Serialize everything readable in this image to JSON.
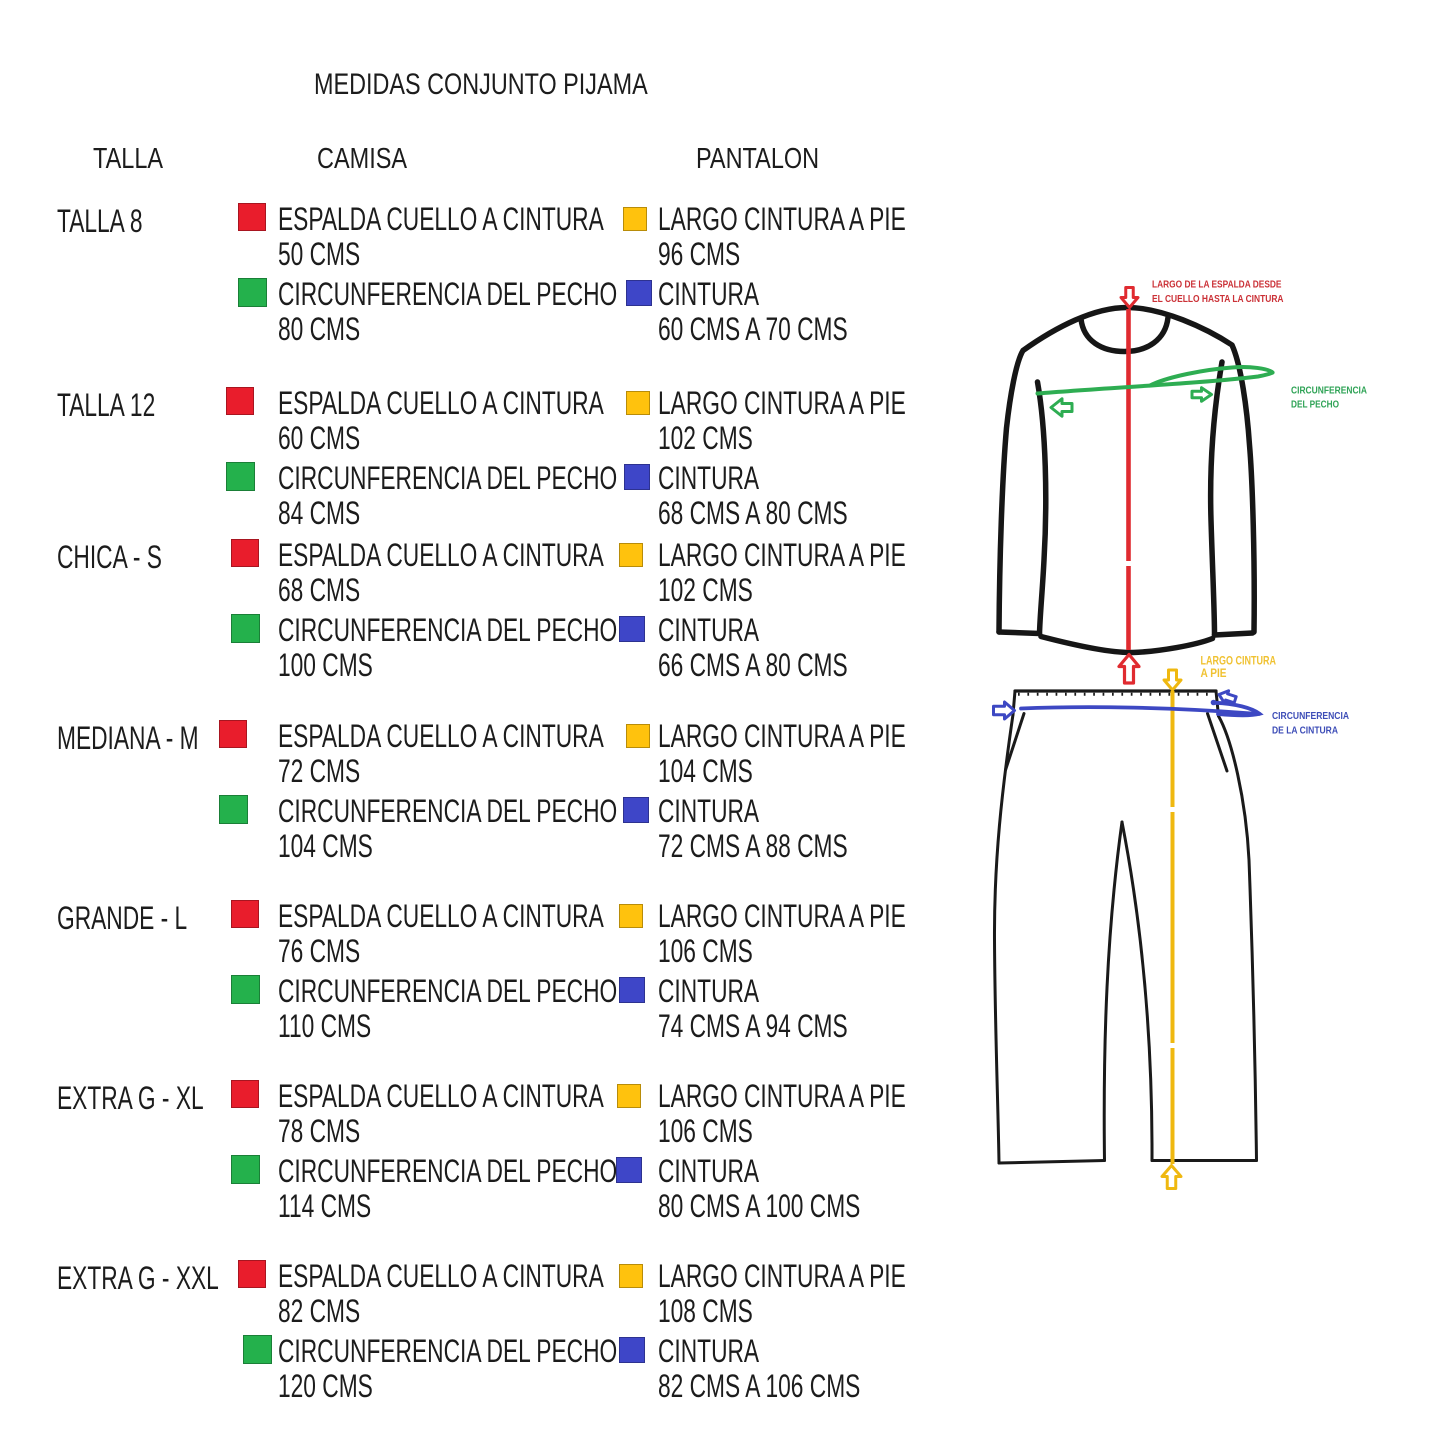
{
  "title": "MEDIDAS CONJUNTO PIJAMA",
  "columns": {
    "size": "TALLA",
    "shirt": "CAMISA",
    "pants": "PANTALON"
  },
  "swatch_colors": {
    "red": "#E91D2C",
    "green": "#24B14C",
    "yellow": "#FFC20D",
    "blue": "#3E46C8"
  },
  "rows": [
    {
      "size": "TALLA 8",
      "camisa": [
        {
          "swatch": "red",
          "label": "ESPALDA CUELLO A CINTURA",
          "value": "50 CMS"
        },
        {
          "swatch": "green",
          "label": "CIRCUNFERENCIA DEL PECHO",
          "value": "80 CMS"
        }
      ],
      "pantalon": [
        {
          "swatch": "yellow",
          "label": "LARGO CINTURA A PIE",
          "value": "96 CMS"
        },
        {
          "swatch": "blue",
          "label": "CINTURA",
          "value": "60 CMS A 70 CMS"
        }
      ]
    },
    {
      "size": "TALLA 12",
      "camisa": [
        {
          "swatch": "red",
          "label": "ESPALDA CUELLO A CINTURA",
          "value": "60 CMS"
        },
        {
          "swatch": "green",
          "label": "CIRCUNFERENCIA DEL PECHO",
          "value": "84 CMS"
        }
      ],
      "pantalon": [
        {
          "swatch": "yellow",
          "label": "LARGO CINTURA A PIE",
          "value": "102 CMS"
        },
        {
          "swatch": "blue",
          "label": "CINTURA",
          "value": "68 CMS A 80 CMS"
        }
      ]
    },
    {
      "size": "CHICA - S",
      "camisa": [
        {
          "swatch": "red",
          "label": "ESPALDA CUELLO A CINTURA",
          "value": "68 CMS"
        },
        {
          "swatch": "green",
          "label": "CIRCUNFERENCIA DEL PECHO",
          "value": "100 CMS"
        }
      ],
      "pantalon": [
        {
          "swatch": "yellow",
          "label": "LARGO CINTURA A PIE",
          "value": "102 CMS"
        },
        {
          "swatch": "blue",
          "label": "CINTURA",
          "value": "66 CMS A 80 CMS"
        }
      ]
    },
    {
      "size": "MEDIANA - M",
      "camisa": [
        {
          "swatch": "red",
          "label": "ESPALDA CUELLO A CINTURA",
          "value": "72 CMS"
        },
        {
          "swatch": "green",
          "label": "CIRCUNFERENCIA DEL PECHO",
          "value": "104 CMS"
        }
      ],
      "pantalon": [
        {
          "swatch": "yellow",
          "label": "LARGO CINTURA A PIE",
          "value": "104 CMS"
        },
        {
          "swatch": "blue",
          "label": "CINTURA",
          "value": "72 CMS A 88 CMS"
        }
      ]
    },
    {
      "size": "GRANDE - L",
      "camisa": [
        {
          "swatch": "red",
          "label": "ESPALDA CUELLO A CINTURA",
          "value": "76 CMS"
        },
        {
          "swatch": "green",
          "label": "CIRCUNFERENCIA DEL PECHO",
          "value": "110 CMS"
        }
      ],
      "pantalon": [
        {
          "swatch": "yellow",
          "label": "LARGO CINTURA A PIE",
          "value": "106 CMS"
        },
        {
          "swatch": "blue",
          "label": "CINTURA",
          "value": "74 CMS A 94 CMS"
        }
      ]
    },
    {
      "size": "EXTRA G - XL",
      "camisa": [
        {
          "swatch": "red",
          "label": "ESPALDA CUELLO A CINTURA",
          "value": "78 CMS"
        },
        {
          "swatch": "green",
          "label": "CIRCUNFERENCIA DEL PECHO",
          "value": "114 CMS"
        }
      ],
      "pantalon": [
        {
          "swatch": "yellow",
          "label": "LARGO CINTURA A PIE",
          "value": "106 CMS"
        },
        {
          "swatch": "blue",
          "label": "CINTURA",
          "value": "80 CMS A 100 CMS"
        }
      ]
    },
    {
      "size": "EXTRA G - XXL",
      "camisa": [
        {
          "swatch": "red",
          "label": "ESPALDA CUELLO A CINTURA",
          "value": "82 CMS"
        },
        {
          "swatch": "green",
          "label": "CIRCUNFERENCIA DEL PECHO",
          "value": "120 CMS"
        }
      ],
      "pantalon": [
        {
          "swatch": "yellow",
          "label": "LARGO CINTURA A PIE",
          "value": "108 CMS"
        },
        {
          "swatch": "blue",
          "label": "CINTURA",
          "value": "82 CMS A 106 CMS"
        }
      ]
    }
  ],
  "diagram": {
    "shirt": {
      "back_length_label": {
        "line1": "LARGO DE LA ESPALDA DESDE",
        "line2": "EL CUELLO HASTA LA CINTURA",
        "color": "#CB3137"
      },
      "chest_label": {
        "line1": "CIRCUNFERENCIA",
        "line2": "DEL PECHO",
        "color": "#2FA356"
      }
    },
    "pants": {
      "length_label": {
        "line1": "LARGO CINTURA",
        "line2": "A PIE",
        "color": "#F0C232"
      },
      "waist_label": {
        "line1": "CIRCUNFERENCIA",
        "line2": "DE LA CINTURA",
        "color": "#3D4DB7"
      }
    }
  }
}
